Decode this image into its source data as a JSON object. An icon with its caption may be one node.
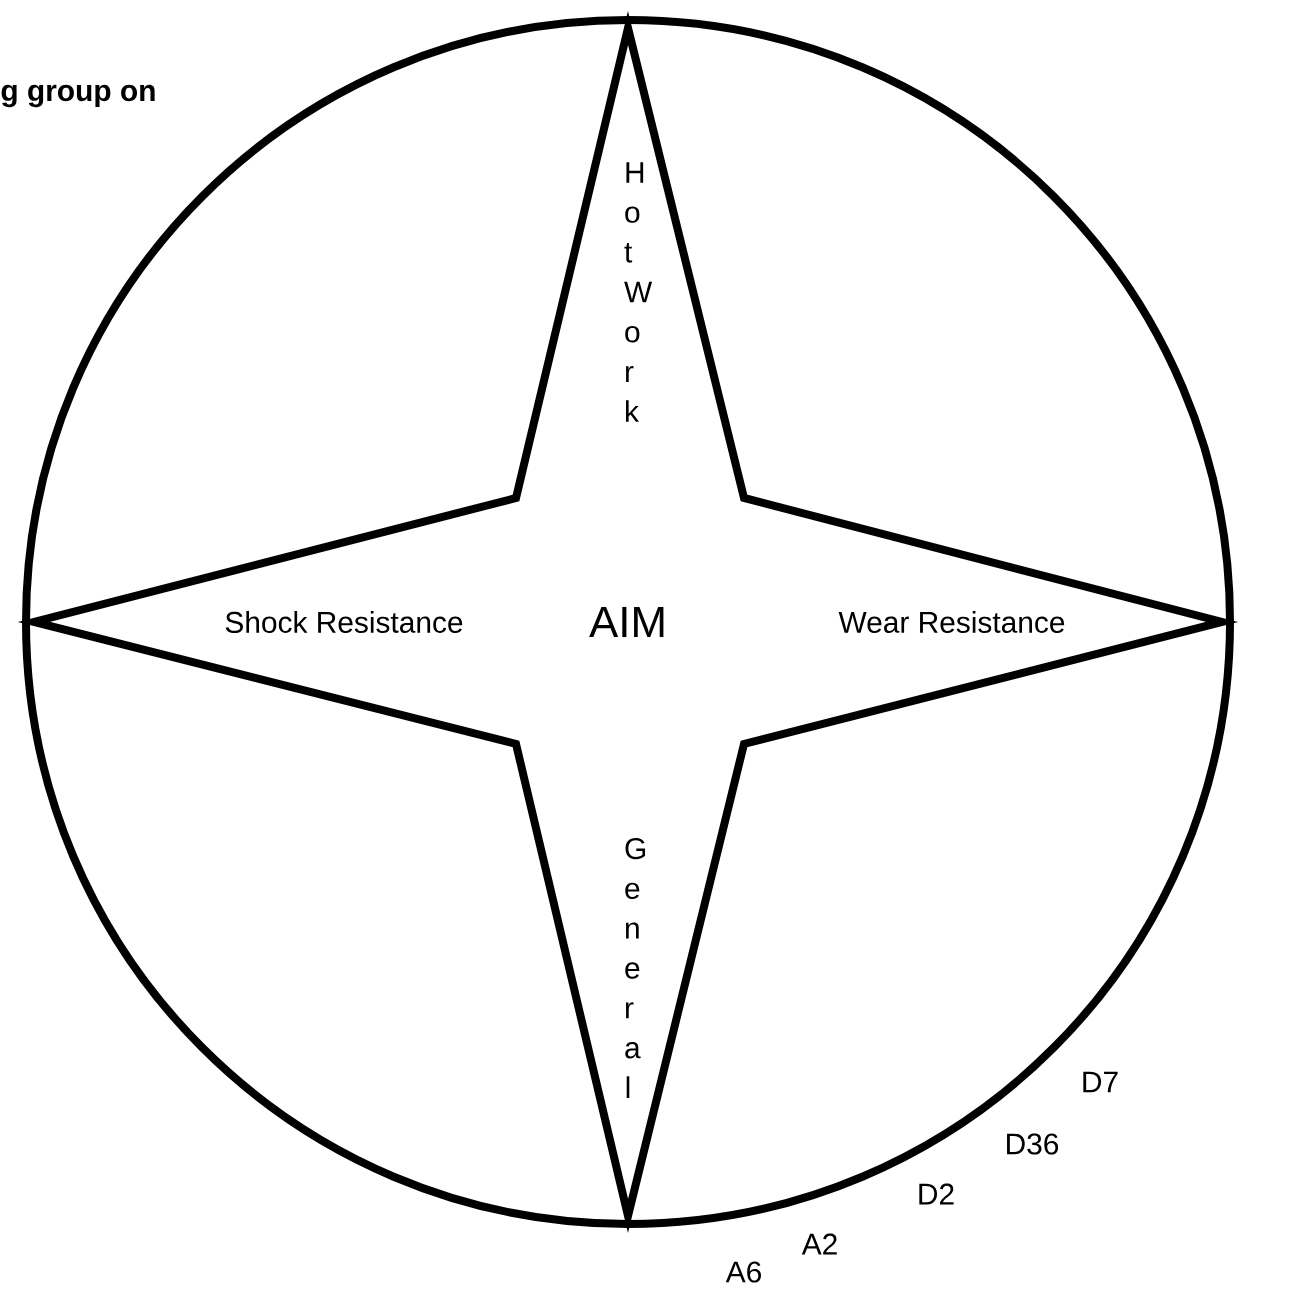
{
  "diagram": {
    "nodes": [
      {
        "text": [],
        "shape": "circle"
      },
      {
        "text": [
          "Hot Work",
          "Shock Resistance",
          "AIM",
          "Wear Resistance",
          "General"
        ],
        "in": 0
      }
    ],
    "labels": [
      "g group on",
      "D7",
      "D36",
      "D2",
      "A2",
      "A6"
    ]
  }
}
